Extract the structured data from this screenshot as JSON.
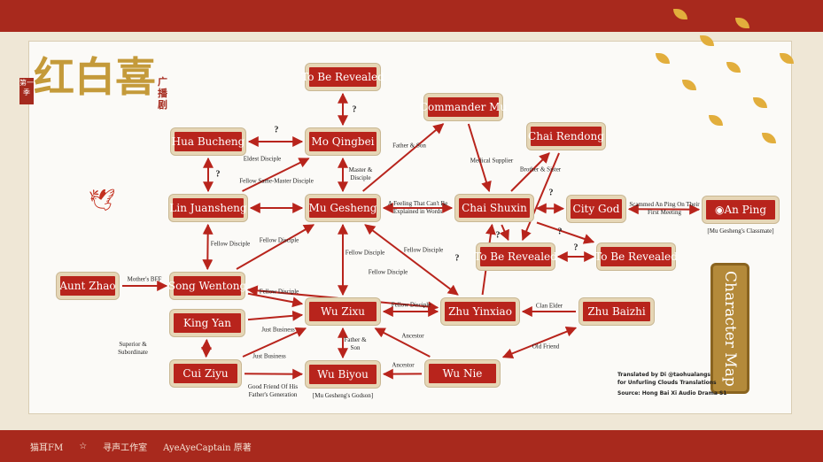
{
  "logo": {
    "title": "红白喜",
    "subtitle": "广播剧",
    "seal": "第一季"
  },
  "title": "Character Map",
  "nodes": [
    {
      "id": "tbr1",
      "label": "To Be Revealed"
    },
    {
      "id": "commander",
      "label": "Commander Mu"
    },
    {
      "id": "hua",
      "label": "Hua Bucheng"
    },
    {
      "id": "mo",
      "label": "Mo Qingbei"
    },
    {
      "id": "rendong",
      "label": "Chai Rendong"
    },
    {
      "id": "lin",
      "label": "Lin Juansheng"
    },
    {
      "id": "mu",
      "label": "Mu Gesheng"
    },
    {
      "id": "shuxin",
      "label": "Chai Shuxin"
    },
    {
      "id": "citygod",
      "label": "City God"
    },
    {
      "id": "anping",
      "label": "An Ping"
    },
    {
      "id": "tbr2",
      "label": "To Be Revealed"
    },
    {
      "id": "tbr3",
      "label": "To Be Revealed"
    },
    {
      "id": "zhao",
      "label": "Aunt Zhao"
    },
    {
      "id": "song",
      "label": "Song Wentong"
    },
    {
      "id": "zixu",
      "label": "Wu Zixu"
    },
    {
      "id": "yinxiao",
      "label": "Zhu Yinxiao"
    },
    {
      "id": "baizhi",
      "label": "Zhu Baizhi"
    },
    {
      "id": "kingyan",
      "label": "King Yan"
    },
    {
      "id": "cui",
      "label": "Cui Ziyu"
    },
    {
      "id": "biyou",
      "label": "Wu Biyou"
    },
    {
      "id": "wunie",
      "label": "Wu Nie"
    }
  ],
  "edges": [
    {
      "from": "mo",
      "to": "tbr1",
      "label": "?",
      "both": true
    },
    {
      "from": "hua",
      "to": "mo",
      "label": "?",
      "both": true
    },
    {
      "from": "hua",
      "to": "lin",
      "label": "?",
      "both": true
    },
    {
      "from": "lin",
      "to": "mo",
      "label": "Eldest Disciple"
    },
    {
      "from": "mo",
      "to": "mu",
      "label": "Master & Disciple",
      "both": true
    },
    {
      "from": "lin",
      "to": "mu",
      "label": "Fellow Same-Master Disciple",
      "both": true
    },
    {
      "from": "mu",
      "to": "commander",
      "label": "Father & Son"
    },
    {
      "from": "commander",
      "to": "shuxin",
      "label": "Medical Supplier"
    },
    {
      "from": "shuxin",
      "to": "rendong",
      "label": "Brother & Sister"
    },
    {
      "from": "mu",
      "to": "shuxin",
      "label": "A Feeling That Can't Be Explained in Words",
      "both": true
    },
    {
      "from": "shuxin",
      "to": "citygod",
      "label": "",
      "both": true
    },
    {
      "from": "citygod",
      "to": "anping",
      "label": "Scammed An Ping On Their First Meeting",
      "both": true
    },
    {
      "from": "rendong",
      "to": "tbr2",
      "label": "?"
    },
    {
      "from": "shuxin",
      "to": "tbr2",
      "label": "?"
    },
    {
      "from": "shuxin",
      "to": "tbr3",
      "label": "?"
    },
    {
      "from": "tbr2",
      "to": "tbr3",
      "label": "?",
      "both": true
    },
    {
      "from": "yinxiao",
      "to": "shuxin",
      "label": "?"
    },
    {
      "from": "lin",
      "to": "song",
      "label": "Fellow Disciple",
      "both": true
    },
    {
      "from": "song",
      "to": "mu",
      "label": "Fellow Disciple"
    },
    {
      "from": "mu",
      "to": "yinxiao",
      "label": "Fellow Disciple",
      "both": true
    },
    {
      "from": "song",
      "to": "yinxiao",
      "label": "Fellow Disciple",
      "both": true
    },
    {
      "from": "mu",
      "to": "zixu",
      "label": "Fellow Disciple",
      "both": true
    },
    {
      "from": "song",
      "to": "zixu",
      "label": "Fellow Disciple"
    },
    {
      "from": "zhao",
      "to": "song",
      "label": "Mother's BFF"
    },
    {
      "from": "zixu",
      "to": "yinxiao",
      "label": "Fellow Disciple",
      "both": true
    },
    {
      "from": "baizhi",
      "to": "yinxiao",
      "label": "Clan Elder"
    },
    {
      "from": "zixu",
      "to": "biyou",
      "label": "Father & Son",
      "both": true
    },
    {
      "from": "wunie",
      "to": "zixu",
      "label": "Ancestor"
    },
    {
      "from": "wunie",
      "to": "biyou",
      "label": "Ancestor"
    },
    {
      "from": "wunie",
      "to": "baizhi",
      "label": "Old Friend",
      "both": true
    },
    {
      "from": "kingyan",
      "to": "zixu",
      "label": "Just Business"
    },
    {
      "from": "cui",
      "to": "zixu",
      "label": "Just Business"
    },
    {
      "from": "cui",
      "to": "biyou",
      "label": "Good Friend Of His Father's Generation"
    },
    {
      "from": "kingyan",
      "to": "cui",
      "label": "Superior & Subordinate",
      "both": true
    }
  ],
  "notes": {
    "anping": "[Mu Gesheng's Classmate]",
    "biyou": "[Mu Gesheng's Godson]"
  },
  "credits": [
    "Translated by Di @taohualangs",
    "for Unfurling Clouds Translations",
    "Source: Hong Bai Xi Audio Drama S1"
  ],
  "footer": [
    "猫耳FM",
    "",
    "寻声工作室",
    "AyeAyeCaptain 原著"
  ],
  "colors": {
    "node": "#b8241c",
    "arrow": "#b8241c",
    "gold": "#b48a3a"
  }
}
